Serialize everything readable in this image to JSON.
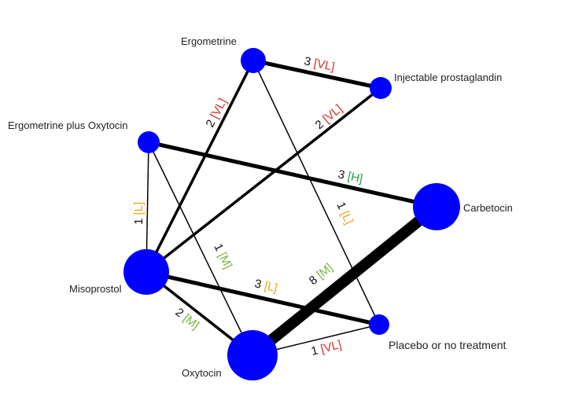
{
  "diagram": {
    "nodes": {
      "ergometrine": {
        "label": "Ergometrine"
      },
      "injectable_prostaglandin": {
        "label": "Injectable prostaglandin"
      },
      "ergometrine_plus_oxytocin": {
        "label": "Ergometrine plus Oxytocin"
      },
      "carbetocin": {
        "label": "Carbetocin"
      },
      "misoprostol": {
        "label": "Misoprostol"
      },
      "placebo": {
        "label": "Placebo or no treatment"
      },
      "oxytocin": {
        "label": "Oxytocin"
      }
    },
    "edges": [
      {
        "id": "ergo-inj",
        "count": "3",
        "grade": "[VL]"
      },
      {
        "id": "ergo-miso",
        "count": "2",
        "grade": "[VL]"
      },
      {
        "id": "inj-miso",
        "count": "2",
        "grade": "[VL]"
      },
      {
        "id": "epo-carb",
        "count": "3",
        "grade": "[H]"
      },
      {
        "id": "ergo-placebo",
        "count": "1",
        "grade": "[L]"
      },
      {
        "id": "epo-miso",
        "count": "1",
        "grade": "[L]"
      },
      {
        "id": "epo-oxy",
        "count": "1",
        "grade": "[M]"
      },
      {
        "id": "miso-placebo",
        "count": "3",
        "grade": "[L]"
      },
      {
        "id": "carb-oxy",
        "count": "8",
        "grade": "[M]"
      },
      {
        "id": "miso-oxy",
        "count": "2",
        "grade": "[M]"
      },
      {
        "id": "oxy-placebo",
        "count": "1",
        "grade": "[VL]"
      }
    ],
    "colors": {
      "node": "#0000ff",
      "edge": "#000000",
      "grade_VL": "#d0312d",
      "grade_L": "#e6a817",
      "grade_M": "#7cb342",
      "grade_H": "#1e9e4a"
    }
  }
}
